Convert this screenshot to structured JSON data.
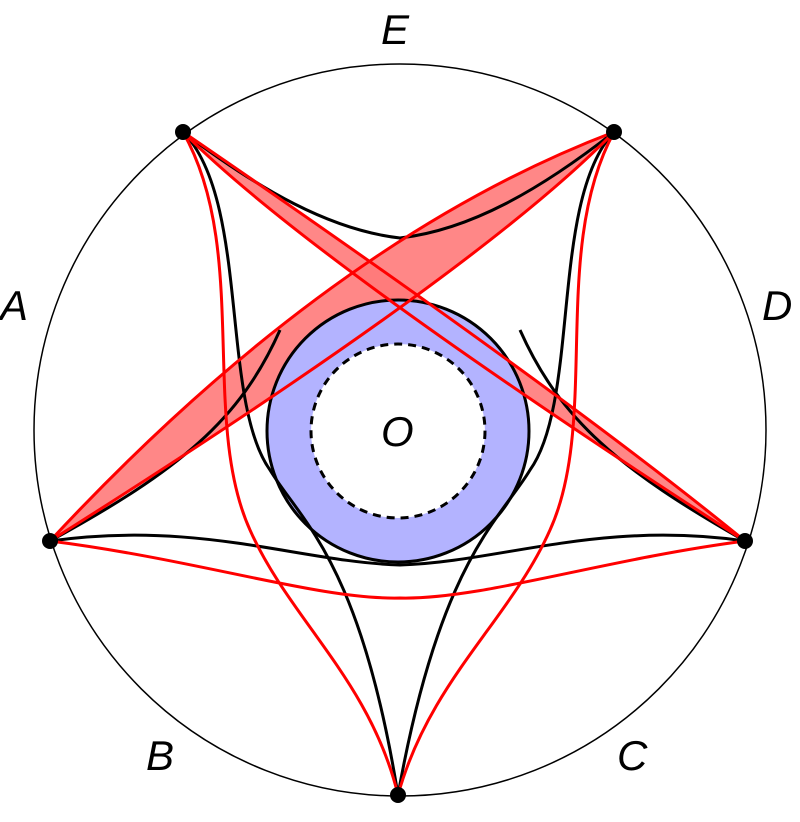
{
  "labels": {
    "a": "A",
    "b": "B",
    "c": "C",
    "d": "D",
    "e": "E",
    "o": "O"
  },
  "colors": {
    "red_stroke": "#ff0000",
    "red_fill": "#ff7a7a",
    "blue_fill": "#b3b3ff",
    "black": "#000000"
  }
}
